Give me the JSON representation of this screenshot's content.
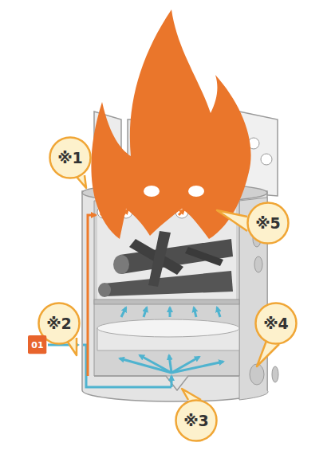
{
  "diagram": {
    "nodes": [
      {
        "text": [
          "※1"
        ]
      },
      {
        "text": [
          "※5"
        ]
      },
      {
        "text": [
          "※2"
        ]
      },
      {
        "text": [
          "※4"
        ]
      },
      {
        "text": [
          "01"
        ]
      },
      {
        "text": [
          "※3"
        ]
      }
    ]
  }
}
